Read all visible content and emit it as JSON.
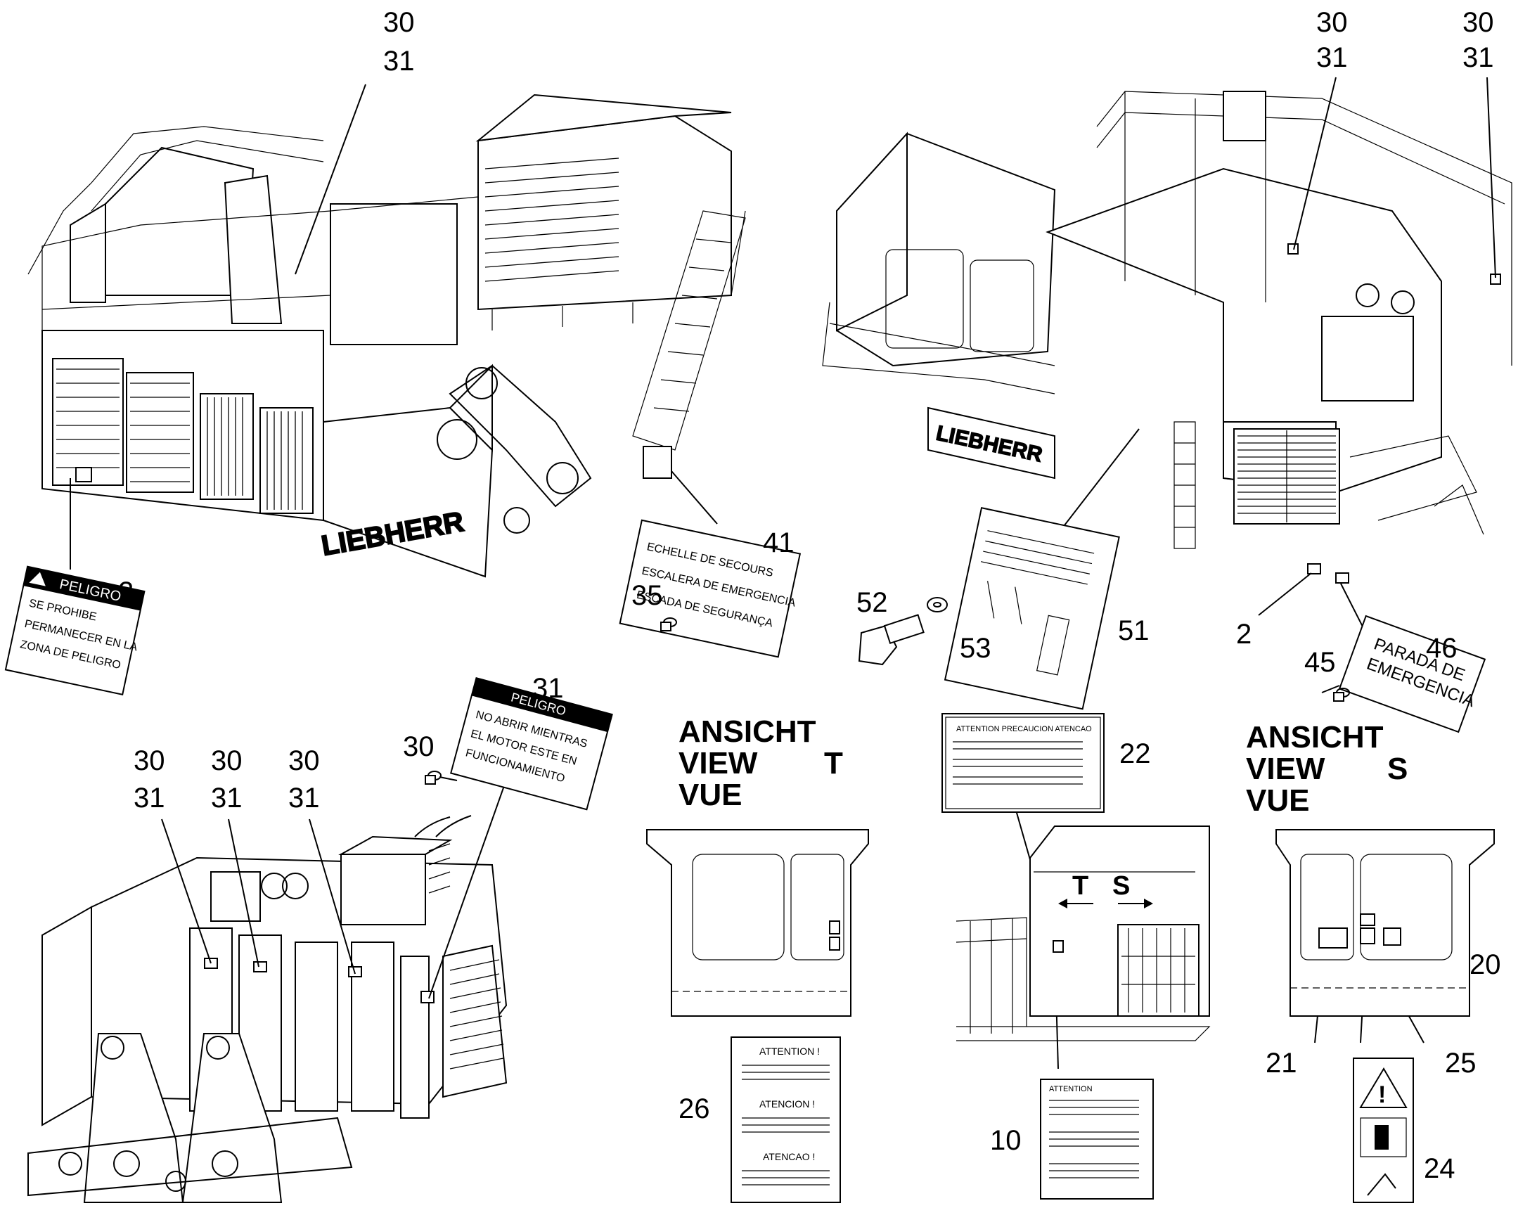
{
  "callouts": {
    "c1": "30",
    "c2": "31",
    "c3": "30",
    "c4": "31",
    "c5": "30",
    "c6": "31",
    "c7": "2",
    "c8": "41",
    "c9": "35",
    "c10": "52",
    "c11": "53",
    "c12": "51",
    "c13": "2",
    "c14": "46",
    "c15": "45",
    "c16": "31",
    "c17": "30",
    "c18": "30",
    "c19": "31",
    "c20": "30",
    "c21": "31",
    "c22": "30",
    "c23": "31",
    "c24": "22",
    "c25": "26",
    "c26": "10",
    "c27": "20",
    "c28": "21",
    "c29": "25",
    "c30": "24"
  },
  "views": {
    "t": {
      "line1": "ANSICHT",
      "line2": "VIEW",
      "line3": "VUE",
      "letter": "T"
    },
    "s": {
      "line1": "ANSICHT",
      "line2": "VIEW",
      "line3": "VUE",
      "letter": "S"
    }
  },
  "directions": {
    "t": "T",
    "s": "S"
  },
  "brand": {
    "left": "LIEBHERR",
    "right": "LIEBHERR"
  },
  "signs": {
    "danger_zone": {
      "header": "PELIGRO",
      "lines": [
        "SE PROHIBE",
        "PERMANECER EN LA",
        "ZONA DE PELIGRO"
      ]
    },
    "ladder": {
      "lines": [
        "ECHELLE DE SECOURS",
        "ESCALERA DE EMERGENCIA",
        "ESCADA DE SEGURANÇA"
      ]
    },
    "emergency_stop": {
      "lines": [
        "PARADA DE",
        "EMERGENCIA"
      ]
    },
    "engine": {
      "header": "PELIGRO",
      "lines": [
        "NO ABRIR MIENTRAS",
        "EL MOTOR ESTE EN",
        "FUNCIONAMIENTO"
      ]
    },
    "attention_22": {
      "header": "ATTENTION PRECAUCION ATENCAO"
    },
    "attention_26": {
      "h1": "ATTENTION !",
      "h2": "ATENCION !",
      "h3": "ATENCAO !"
    },
    "attention_10": {
      "header": "ATTENTION"
    }
  }
}
